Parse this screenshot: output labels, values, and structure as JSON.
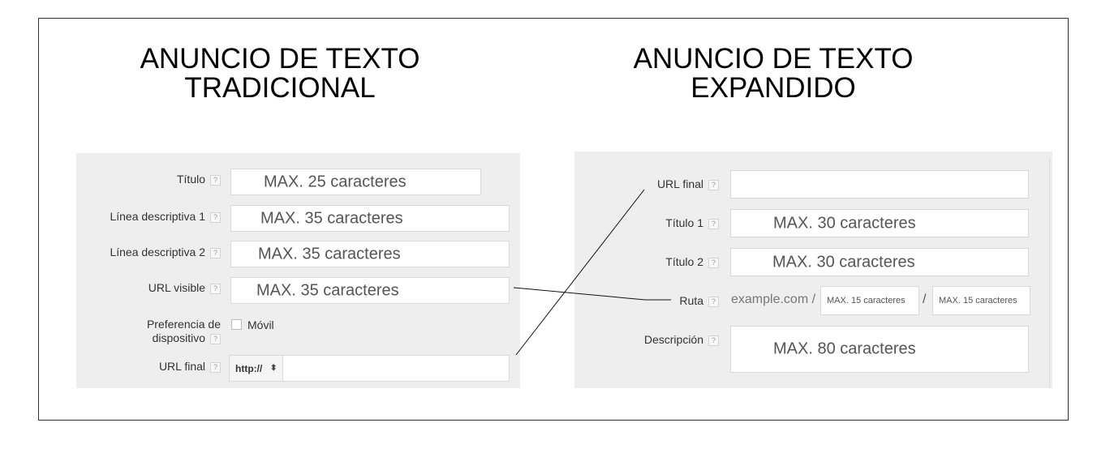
{
  "left": {
    "heading": [
      "ANUNCIO DE TEXTO",
      "TRADICIONAL"
    ],
    "fields": {
      "titulo": {
        "label": "Título",
        "value": "MAX. 25 caracteres"
      },
      "linea1": {
        "label": "Línea descriptiva 1",
        "value": "MAX. 35 caracteres"
      },
      "linea2": {
        "label": "Línea descriptiva 2",
        "value": "MAX. 35 caracteres"
      },
      "url_visible": {
        "label": "URL visible",
        "value": "MAX. 35 caracteres"
      },
      "preferencia": {
        "label_line1": "Preferencia de",
        "label_line2": "dispositivo",
        "checkbox_label": "Móvil",
        "checked": false
      },
      "url_final": {
        "label": "URL final",
        "protocol": "http://",
        "value": ""
      }
    }
  },
  "right": {
    "heading": [
      "ANUNCIO DE TEXTO",
      "EXPANDIDO"
    ],
    "fields": {
      "url_final": {
        "label": "URL final",
        "value": ""
      },
      "titulo1": {
        "label": "Título 1",
        "value": "MAX. 30 caracteres"
      },
      "titulo2": {
        "label": "Título 2",
        "value": "MAX. 30 caracteres"
      },
      "ruta": {
        "label": "Ruta",
        "domain": "example.com /",
        "separator": "/",
        "path1": "MAX. 15 caracteres",
        "path2": "MAX. 15 caracteres"
      },
      "descripcion": {
        "label": "Descripción",
        "value": "MAX. 80 caracteres"
      }
    }
  },
  "help_glyph": "?",
  "protocol_arrows": "⬍",
  "colors": {
    "panel_bg": "#eeeeee",
    "field_border": "#d9d9d9",
    "connector": "#111111",
    "frame_border": "#333333"
  },
  "connectors": [
    {
      "from": "left.url_visible",
      "to": "right.ruta"
    },
    {
      "from": "left.url_final",
      "to": "right.url_final"
    }
  ]
}
